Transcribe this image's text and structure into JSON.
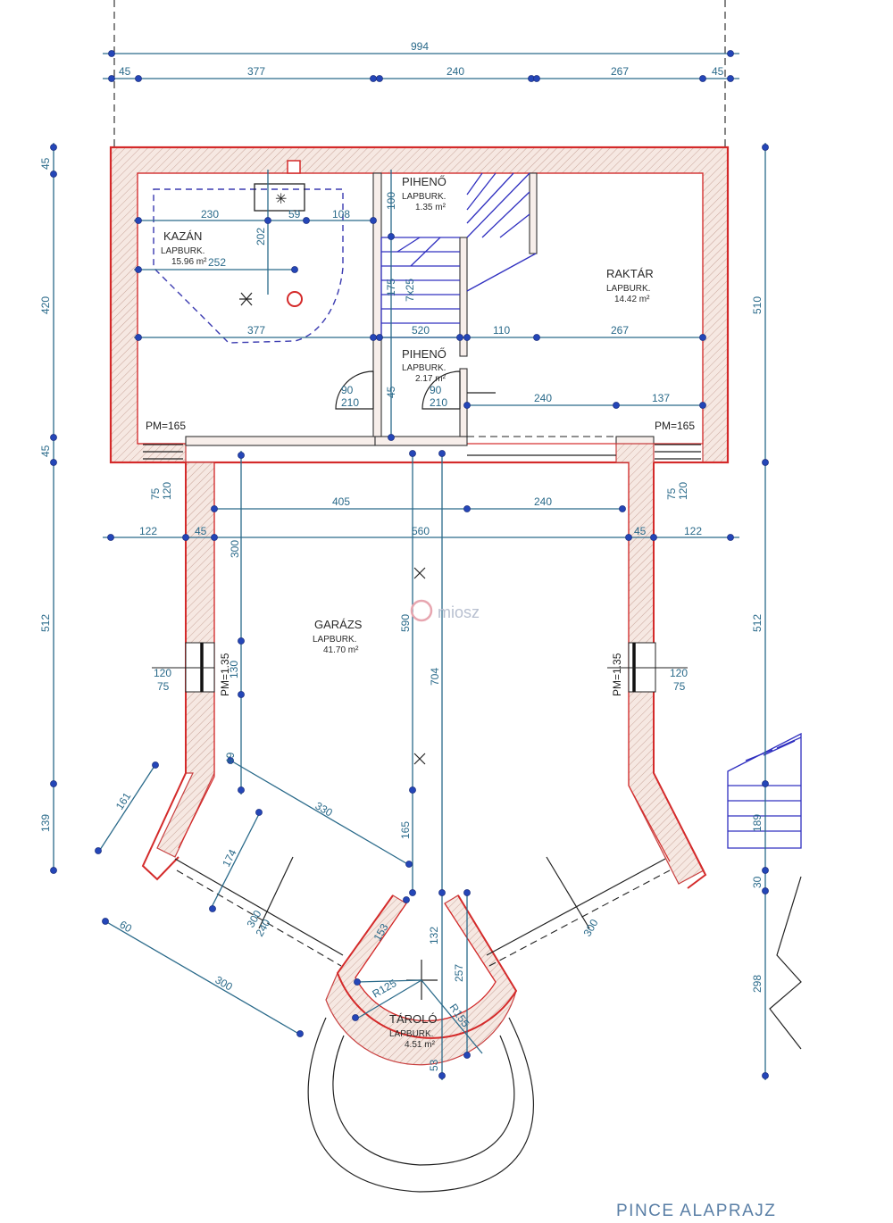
{
  "title": "PINCE ALAPRAJZ",
  "watermark": "miosz",
  "rooms": {
    "kazan": {
      "name": "KAZÁN",
      "floor": "LAPBURK.",
      "area": "15.96 m²"
    },
    "piheno1": {
      "name": "PIHENŐ",
      "floor": "LAPBURK.",
      "area": "1.35 m²"
    },
    "raktar": {
      "name": "RAKTÁR",
      "floor": "LAPBURK.",
      "area": "14.42 m²"
    },
    "piheno2": {
      "name": "PIHENŐ",
      "floor": "LAPBURK.",
      "area": "2.17 m²"
    },
    "garazs": {
      "name": "GARÁZS",
      "floor": "LAPBURK.",
      "area": "41.70 m²"
    },
    "tarolo": {
      "name": "TÁROLÓ",
      "floor": "LAPBURK.",
      "area": "4.51 m²"
    }
  },
  "annotations": {
    "pm_left": "PM=165",
    "pm_right": "PM=165",
    "pm_garage_left": "PM=1.35",
    "pm_garage_right": "PM=1.35"
  },
  "dimensions": {
    "top_total": "994",
    "top_a": "45",
    "top_b": "377",
    "top_c": "240",
    "top_d": "267",
    "top_e": "45",
    "left_a": "45",
    "left_b": "420",
    "left_c": "45",
    "left_d": "512",
    "left_e": "139",
    "right_a": "510",
    "right_b": "512",
    "right_c": "189",
    "right_d": "30",
    "right_e": "298",
    "kazan_230": "230",
    "kazan_59": "59",
    "kazan_108": "108",
    "kazan_202": "202",
    "kazan_252": "252",
    "mid_377": "377",
    "mid_520": "520",
    "mid_110": "110",
    "mid_267": "267",
    "stair_100": "100",
    "stair_175": "175",
    "stair_25": "7x25",
    "door_90a": "90",
    "door_210a": "210",
    "door_45": "45",
    "door_90b": "90",
    "door_210b": "210",
    "lower_240": "240",
    "lower_137": "137",
    "win_75a": "75",
    "win_120a": "120",
    "win_75b": "75",
    "win_120b": "120",
    "g_405": "405",
    "g_240": "240",
    "g_122a": "122",
    "g_45a": "45",
    "g_560": "560",
    "g_45b": "45",
    "g_122b": "122",
    "g_300": "300",
    "g_590": "590",
    "g_704": "704",
    "gw_120a": "120",
    "gw_75a": "75",
    "gw_120b": "120",
    "gw_75b": "75",
    "gw_130": "130",
    "d_161": "161",
    "d_49": "49",
    "d_330": "330",
    "d_174": "174",
    "d_165": "165",
    "d_300a": "300",
    "d_240": "240",
    "d_60": "60",
    "d_300b": "300",
    "d_300c": "300",
    "d_132": "132",
    "d_153": "153",
    "d_257": "257",
    "d_R125": "R125",
    "d_R155": "R155",
    "d_53": "53"
  },
  "colors": {
    "wall_red": "#d42a2a",
    "dimension_blue": "#2a6a8a",
    "stair_blue": "#3030c0",
    "title_blue": "#5a7fa6"
  }
}
